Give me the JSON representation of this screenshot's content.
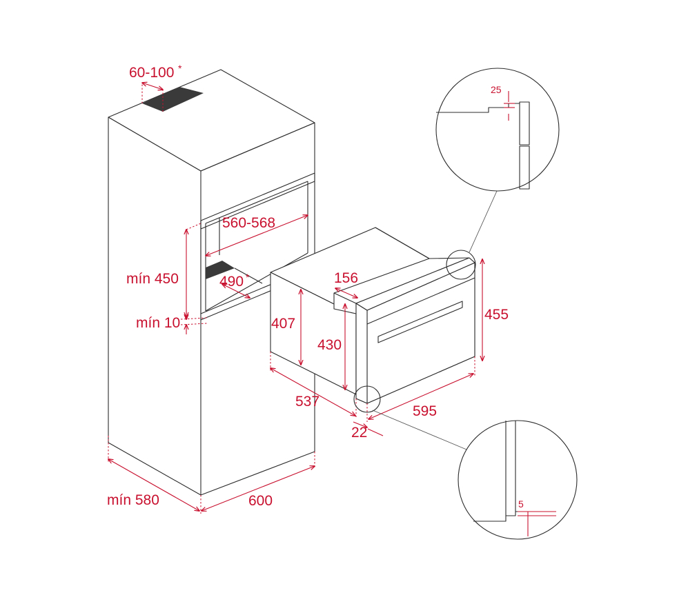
{
  "labels": {
    "vent_gap": "60-100",
    "vent_gap_note": "*",
    "niche_width": "560-568",
    "niche_height": "mín 450",
    "niche_depth": "490",
    "niche_depth_note": "*",
    "gap_below": "mín 10",
    "cabinet_depth": "mín 580",
    "cabinet_width": "600",
    "oven_body_height": "407",
    "oven_front_offset": "156",
    "oven_inner_height": "430",
    "oven_total_height": "455",
    "oven_depth": "537",
    "oven_width": "595",
    "door_thickness": "22",
    "detail_top_gap": "25",
    "detail_bottom_gap": "5"
  },
  "colors": {
    "dimension": "#c8102e",
    "line": "#2b2b2b",
    "vent": "#3a3a3a"
  }
}
